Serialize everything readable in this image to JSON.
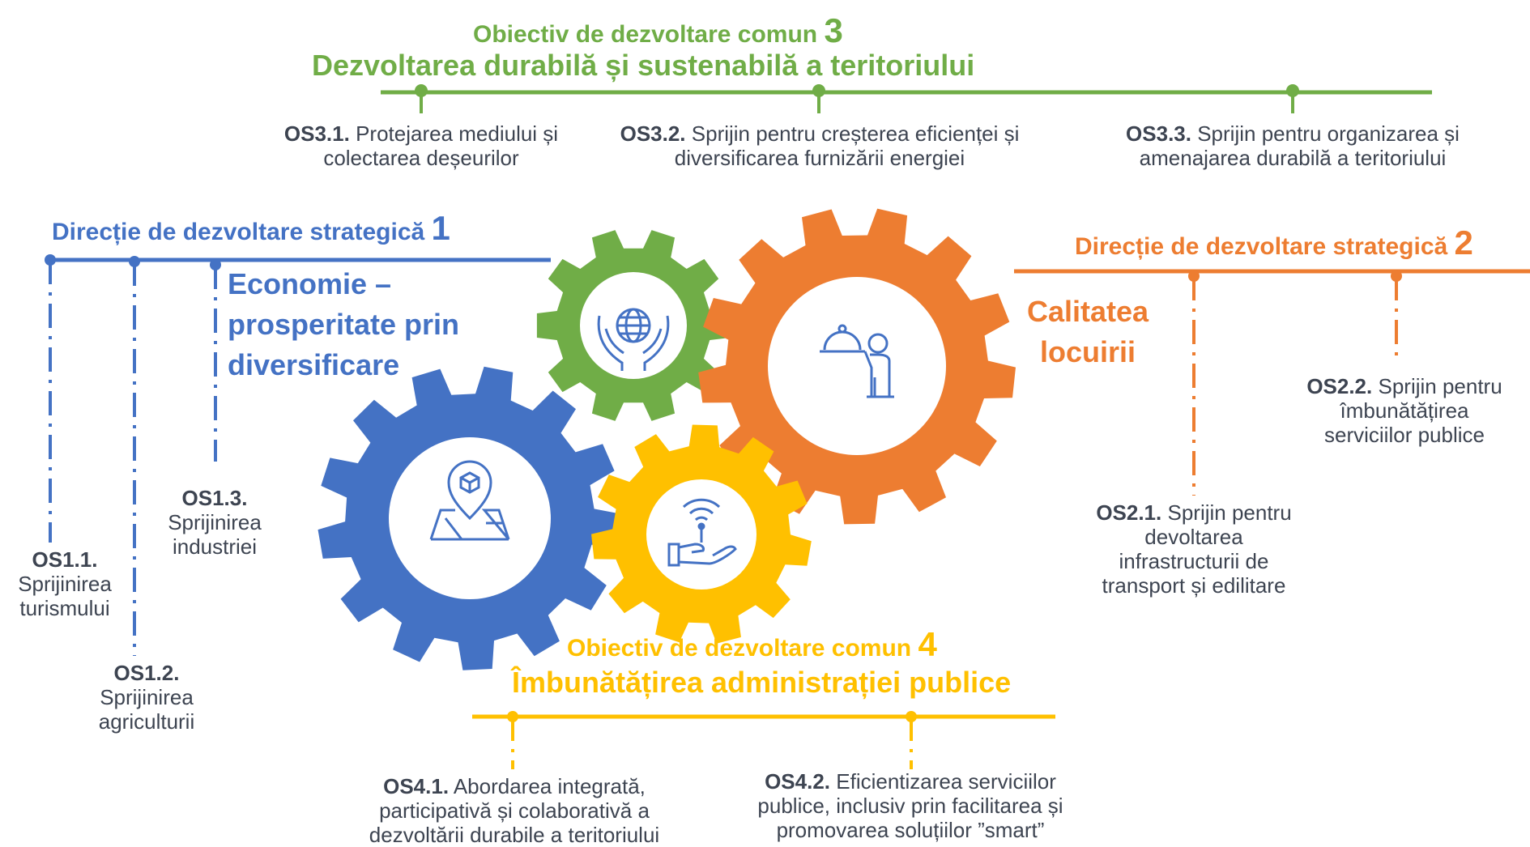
{
  "colors": {
    "blue": "#4472c4",
    "orange": "#ed7d31",
    "green": "#70ad47",
    "yellow": "#ffc000",
    "text_gray": "#3d4451"
  },
  "obj3": {
    "prefix": "Obiectiv de dezvoltare comun",
    "number": "3",
    "title": "Dezvoltarea durabilă și sustenabilă a teritoriului",
    "items": [
      {
        "code": "OS3.1.",
        "line1": "Protejarea mediului și",
        "line2": "colectarea deșeurilor"
      },
      {
        "code": "OS3.2.",
        "line1": "Sprijin pentru creșterea eficienței și",
        "line2": "diversificarea furnizării energiei"
      },
      {
        "code": "OS3.3.",
        "line1": "Sprijin pentru organizarea și",
        "line2": "amenajarea durabilă a teritoriului"
      }
    ]
  },
  "dir1": {
    "prefix": "Direcție de dezvoltare strategică",
    "number": "1",
    "title_lines": [
      "Economie –",
      "prosperitate prin",
      "diversificare"
    ],
    "items": [
      {
        "code": "OS1.1.",
        "lines": [
          "Sprijinirea",
          "turismului"
        ]
      },
      {
        "code": "OS1.2.",
        "lines": [
          "Sprijinirea",
          "agriculturii"
        ]
      },
      {
        "code": "OS1.3.",
        "lines": [
          "Sprijinirea",
          "industriei"
        ]
      }
    ]
  },
  "dir2": {
    "prefix": "Direcție de dezvoltare strategică",
    "number": "2",
    "title_lines": [
      "Calitatea",
      "locuirii"
    ],
    "items": [
      {
        "code": "OS2.1.",
        "lines": [
          "Sprijin pentru",
          "devoltarea",
          "infrastructurii de",
          "transport și edilitare"
        ]
      },
      {
        "code": "OS2.2.",
        "lines": [
          "Sprijin pentru",
          "îmbunătățirea",
          "serviciilor publice"
        ]
      }
    ]
  },
  "obj4": {
    "prefix": "Obiectiv de dezvoltare comun",
    "number": "4",
    "title": "Îmbunătățirea administrației publice",
    "items": [
      {
        "code": "OS4.1.",
        "lines": [
          "Abordarea integrată,",
          "participativă și colaborativă a",
          "dezvoltării durabile a teritoriului"
        ]
      },
      {
        "code": "OS4.2.",
        "lines": [
          "Eficientizarea serviciilor",
          "publice, inclusiv prin facilitarea și",
          "promovarea soluțiilor ”smart”"
        ]
      }
    ]
  },
  "gears": [
    {
      "name": "green-gear",
      "color": "green",
      "icon": "globe-hands-icon"
    },
    {
      "name": "orange-gear",
      "color": "orange",
      "icon": "waiter-cloche-icon"
    },
    {
      "name": "blue-gear",
      "color": "blue",
      "icon": "map-location-icon"
    },
    {
      "name": "yellow-gear",
      "color": "yellow",
      "icon": "wireless-hand-icon"
    }
  ]
}
